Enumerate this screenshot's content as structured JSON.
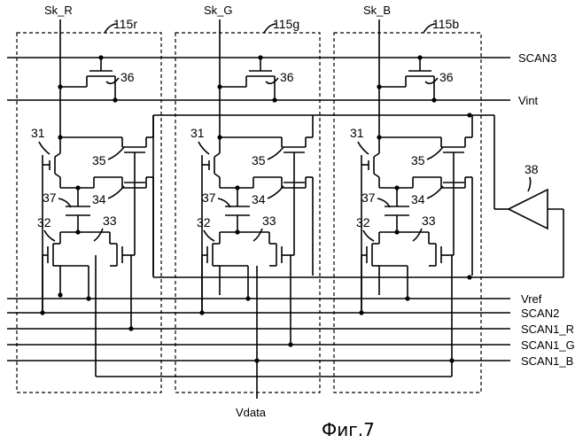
{
  "signals": {
    "sk_r": "Sk_R",
    "sk_g": "Sk_G",
    "sk_b": "Sk_B",
    "scan3": "SCAN3",
    "vint": "Vint",
    "vref": "Vref",
    "scan2": "SCAN2",
    "scan1_r": "SCAN1_R",
    "scan1_g": "SCAN1_G",
    "scan1_b": "SCAN1_B",
    "vdata": "Vdata"
  },
  "blocks": [
    {
      "id": "115r"
    },
    {
      "id": "115g"
    },
    {
      "id": "115b"
    }
  ],
  "component_labels": {
    "t31": "31",
    "t32": "32",
    "t33": "33",
    "t34": "34",
    "t35": "35",
    "t36": "36",
    "c37": "37"
  },
  "amp_label": "38",
  "caption": "Фиг.7"
}
